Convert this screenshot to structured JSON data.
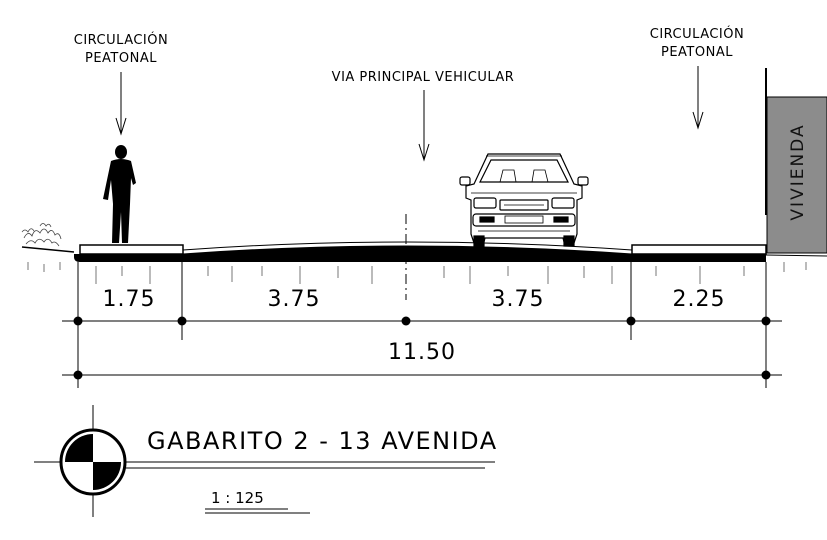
{
  "labels": {
    "pedestrian_left": [
      "CIRCULACIÓN",
      "PEATONAL"
    ],
    "vehicular": "VIA PRINCIPAL VEHICULAR",
    "pedestrian_right": [
      "CIRCULACIÓN",
      "PEATONAL"
    ],
    "building": "VIVIENDA"
  },
  "dimensions": {
    "segments": [
      "1.75",
      "3.75",
      "3.75",
      "2.25"
    ],
    "total": "11.50"
  },
  "title_block": {
    "title": "GABARITO 2 - 13 AVENIDA",
    "scale": "1 : 125"
  },
  "colors": {
    "line": "#000000",
    "building_fill": "#8c8c8c",
    "paper": "#ffffff"
  }
}
